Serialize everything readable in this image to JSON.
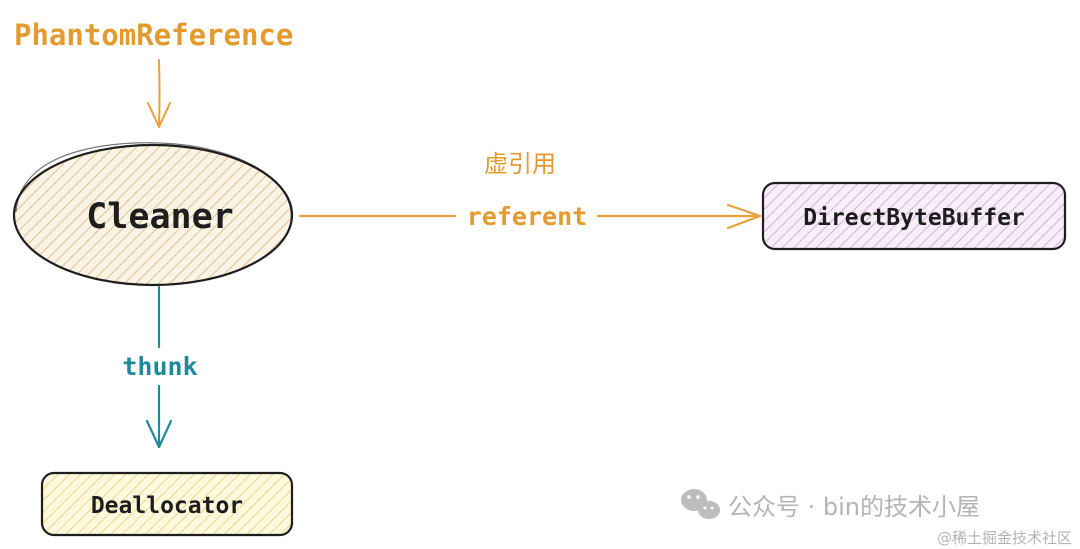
{
  "diagram": {
    "title": "PhantomReference",
    "nodes": {
      "cleaner": {
        "label": "Cleaner"
      },
      "direct_byte_buffer": {
        "label": "DirectByteBuffer"
      },
      "deallocator": {
        "label": "Deallocator"
      }
    },
    "edges": {
      "referent": {
        "label": "referent",
        "sublabel": "虚引用"
      },
      "thunk": {
        "label": "thunk"
      }
    }
  },
  "watermarks": {
    "wechat": "公众号 · bin的技术小屋",
    "juejin": "@稀土掘金技术社区"
  },
  "colors": {
    "orange": "#e8a13a",
    "title_orange": "#e39b2f",
    "teal": "#1f8b9a",
    "cleaner_fill": "#f5e6c8",
    "buffer_fill": "#eed8f2",
    "deallocator_fill": "#fbf1b8",
    "ink": "#1e1e1e",
    "watermark": "#b4b4b4"
  }
}
